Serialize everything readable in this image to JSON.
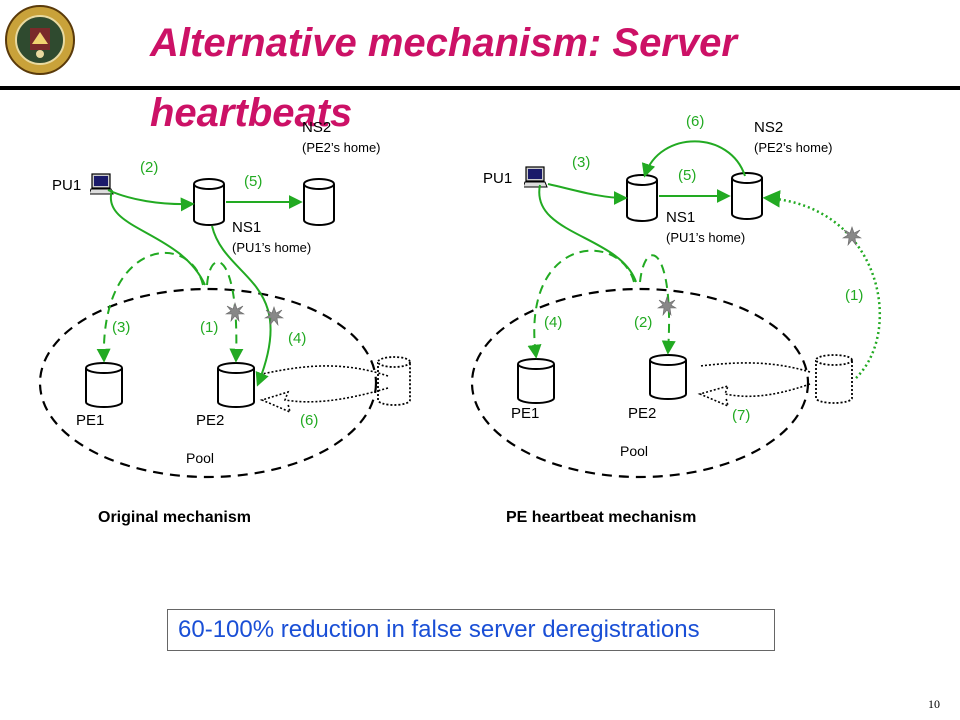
{
  "title": "Alternative mechanism: Server heartbeats",
  "callout": "60-100% reduction in false server deregistrations",
  "page_number": "10",
  "colors": {
    "title": "#cc1166",
    "flow": "#22aa22",
    "callout_text": "#1a4fd6",
    "spark": "#888888"
  },
  "logo": {
    "name": "seal-logo"
  },
  "left": {
    "caption": "Original mechanism",
    "pu": "PU1",
    "ns1": "NS1",
    "ns1_sub": "(PU1’s home)",
    "ns2": "NS2",
    "ns2_sub": "(PE2’s home)",
    "pe1": "PE1",
    "pe2": "PE2",
    "pool": "Pool",
    "steps": {
      "s1": "(1)",
      "s2": "(2)",
      "s3": "(3)",
      "s4": "(4)",
      "s5": "(5)",
      "s6": "(6)"
    }
  },
  "right": {
    "caption": "PE heartbeat mechanism",
    "pu": "PU1",
    "ns1": "NS1",
    "ns1_sub": "(PU1’s home)",
    "ns2": "NS2",
    "ns2_sub": "(PE2’s home)",
    "pe1": "PE1",
    "pe2": "PE2",
    "pool": "Pool",
    "steps": {
      "s1": "(1)",
      "s2": "(2)",
      "s3": "(3)",
      "s4": "(4)",
      "s5": "(5)",
      "s6": "(6)",
      "s7": "(7)"
    }
  }
}
